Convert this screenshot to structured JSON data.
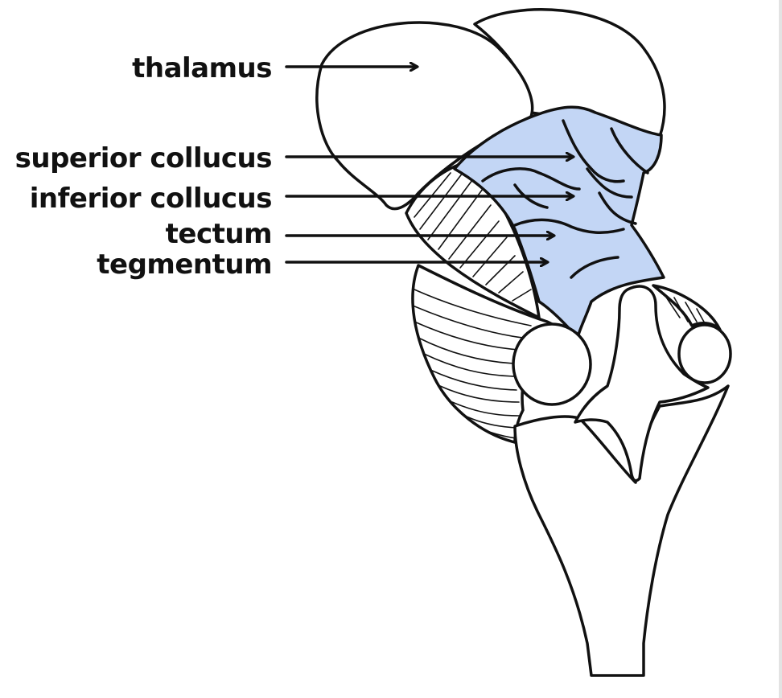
{
  "diagram": {
    "labels": [
      {
        "id": "thalamus",
        "text": "thalamus"
      },
      {
        "id": "superior",
        "text": "superior collucus"
      },
      {
        "id": "inferior",
        "text": "inferior collucus"
      },
      {
        "id": "tectum",
        "text": "tectum"
      },
      {
        "id": "tegmentum",
        "text": "tegmentum"
      }
    ],
    "colors": {
      "highlight": "#c3d6f5",
      "ink": "#111111",
      "background": "#ffffff"
    }
  }
}
